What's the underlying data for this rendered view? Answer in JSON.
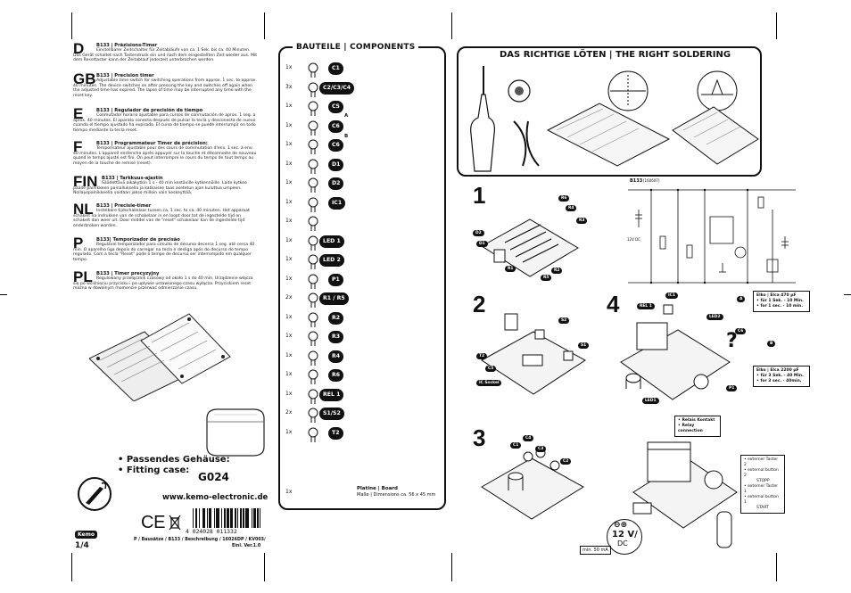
{
  "languages": [
    {
      "code": "D",
      "title": "B133 | Präzisions-Timer",
      "text": "Einstellbarer Zeitschalter für Zeitabläufe von ca. 1 Sek. bis ca. 40 Minuten. Das Gerät schaltet nach Tastendruck ein und nach dem eingestellten Zeit wieder aus. Mit dem Resettaster kann der Zeitablauf jederzeit unterbrochen werden."
    },
    {
      "code": "GB",
      "title": "B133 | Precision timer",
      "text": "Adjustable time switch for switching operations from approx. 1 sec. to approx. 40 minutes. The device switches on after pressing the key and switches off again when the adjusted time has expired. The lapse of time may be interrupted any time with the reset key."
    },
    {
      "code": "E",
      "title": "B133 | Regulador de precisión de tiempo",
      "text": "Conmutador horario ajustable para cursos de conmutación de aprox. 1 seg. a aprox. 40 minutos. El aparato conecta después de pulsar la tecla y desconecta de nuevo cuando el tiempo ajustado ha expirado. El curso de tiempo se puede interrumpir en todo tiempo mediante la tecla reset."
    },
    {
      "code": "F",
      "title": "B133 | Programmateur Timer de précision:",
      "text": "Temporisateur ajustable pour des cours de commutation d'env. 1 sec. à env. 40 minutes. L'appareil enclenche après appuyer sur la touche et déconnecte de nouveau quand le temps ajusté est fini. On peut interrompre le cours du temps de tout temps au moyen de la touche de remise (reset)."
    },
    {
      "code": "FIN",
      "title": "B133 | Tarkkuus-ajastin",
      "text": "Säädettävä aikakytkin 1 s - 40 min kestäville kytkennöille. Laite kytkee päälle painikkeen painalluksella ja katkaisee taas asetetun ajan kuluttua umpeen. Nollauspainikkeella voidaan jakso milloin vain keskeyttää."
    },
    {
      "code": "NL",
      "title": "B133 | Precisie-timer",
      "text": "Instelbare tijdschakelaar tussen ca. 1 sec. to ca. 40 minuten. Het apparaat schakelt na indrukken van de schakelaar in en loopt door tot de ingestelde tijd en schakelt dan weer uit. Door middel van de \"reset\" schakelaar kan de ingestelde tijd onderbroken worden."
    },
    {
      "code": "P",
      "title": "B133| Temporizador de precisão",
      "text": "Regulável temporizador para circuito de decurso decerca 1 seg. até cerca 40 min. O aparelho liga depois do carregar na tecla e desliga após do decurso do tempo regulado. Com a tecla \"Reset\" pode o tempo de decurso ser interrompido em qualquer tempo."
    },
    {
      "code": "PL",
      "title": "B133 | Timer precyzyjny",
      "text": "Regulowany przełącznik czasowy od około 1 s do 40 min. Urządzenie włącza się po wciśnięciu przycisku i po upływie ustawionego czasu wyłącza. Przyciskiem reset można w dowolnym momencie przerwać odmierzanie czasu."
    }
  ],
  "case": {
    "label_de": "• Passendes Gehäuse:",
    "label_en": "• Fitting case:",
    "model": "G024"
  },
  "footer": {
    "website": "www.kemo-electronic.de",
    "barcode_number": "4 024028 011332",
    "page": "1/4",
    "brand": "Kemo",
    "doc_line1": "P / Bausätze / B133 / Beschreibung / 16026DP / KV003/",
    "doc_line2": "Einl. Ver.1.0"
  },
  "components": {
    "title": "BAUTEILE | COMPONENTS",
    "rows": [
      {
        "qty": "1x",
        "label": "C1"
      },
      {
        "qty": "3x",
        "label": "C2/C3/C4"
      },
      {
        "qty": "1x",
        "label": "C5"
      },
      {
        "qty": "1x",
        "label": "C6",
        "sub": "A"
      },
      {
        "qty": "1x",
        "label": "C6",
        "sub": "B"
      },
      {
        "qty": "1x",
        "label": "D1"
      },
      {
        "qty": "1x",
        "label": "D2"
      },
      {
        "qty": "1x",
        "label": "IC1"
      },
      {
        "qty": "1x",
        "label": ""
      },
      {
        "qty": "1x",
        "label": "LED 1"
      },
      {
        "qty": "1x",
        "label": "LED 2"
      },
      {
        "qty": "1x",
        "label": "P1"
      },
      {
        "qty": "2x",
        "label": "R1 / R5"
      },
      {
        "qty": "1x",
        "label": "R2"
      },
      {
        "qty": "1x",
        "label": "R3"
      },
      {
        "qty": "1x",
        "label": "R4"
      },
      {
        "qty": "1x",
        "label": "R6"
      },
      {
        "qty": "1x",
        "label": "REL 1"
      },
      {
        "qty": "2x",
        "label": "S1/S2"
      },
      {
        "qty": "1x",
        "label": "T2"
      }
    ],
    "board_qty": "1x",
    "board_title": "Platine | Board",
    "board_dims": "Maße | Dimensions ca. 56 x 45 mm"
  },
  "soldering": {
    "title": "DAS RICHTIGE LÖTEN | THE RIGHT SOLDERING"
  },
  "schematic": {
    "label": "B133",
    "tag": "[160607]",
    "supply": "12V DC"
  },
  "steps": {
    "s1": "1",
    "s2": "2",
    "s3": "3",
    "s4": "4",
    "s1_tags": [
      "R6",
      "R4",
      "R3",
      "D2",
      "D1",
      "R1",
      "R5",
      "R2"
    ],
    "s2_tags": [
      "S2",
      "S1",
      "T2",
      "C5",
      "IC Sockel"
    ],
    "s3_tags": [
      "C4",
      "C3",
      "C2",
      "C1"
    ],
    "s4_tags": [
      "IC1",
      "REL 1",
      "LED2",
      "C6",
      "A",
      "B",
      "LED1",
      "P1"
    ]
  },
  "elko": {
    "a_title": "Elko | Elca 470 µF",
    "a_line1": "• für 1 Sek. - 10 Min.",
    "a_line2": "• for 1 sec. - 10 min.",
    "b_title": "Elko | Elca 2200 µF",
    "b_line1": "• für 3 Sek. - 40 Min.",
    "b_line2": "• for 3 sec. - 40min.",
    "question": "?"
  },
  "relay_info": {
    "line1": "• Relais Kontakt",
    "line2": "• Relay connection",
    "ext1a": "• externer Taster 2",
    "ext1b": "• external button 2",
    "ext1c": "STOPP",
    "ext2a": "• externer Taster 1",
    "ext2b": "• external button 1",
    "ext2c": "START"
  },
  "power": {
    "voltage": "12 V/",
    "unit": "DC",
    "current": "min. 50 mA"
  },
  "colors": {
    "ink": "#111111",
    "board": "#f2f2f2"
  }
}
